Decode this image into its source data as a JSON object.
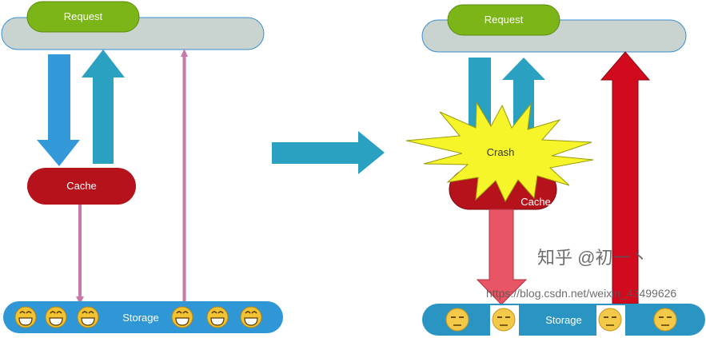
{
  "left": {
    "request": "Request",
    "cache": "Cache",
    "storage": "Storage"
  },
  "right": {
    "request": "Request",
    "cache": "Cache",
    "crash": "Crash",
    "storage": "Storage"
  },
  "watermark": {
    "brand": "知乎 @初一丶",
    "url": "https://blog.csdn.net/weixin_43499626"
  },
  "colors": {
    "request": "#7cb518",
    "bar": "#c9d3cf",
    "cache": "#b5121b",
    "storage": "#2f97d6",
    "storage_right": "#2a95c2",
    "arrow_blue": "#3399d9",
    "arrow_teal": "#2aa1c0",
    "pink": "#c77aa8",
    "red": "#d20a1e",
    "crash": "#f5f52a"
  }
}
